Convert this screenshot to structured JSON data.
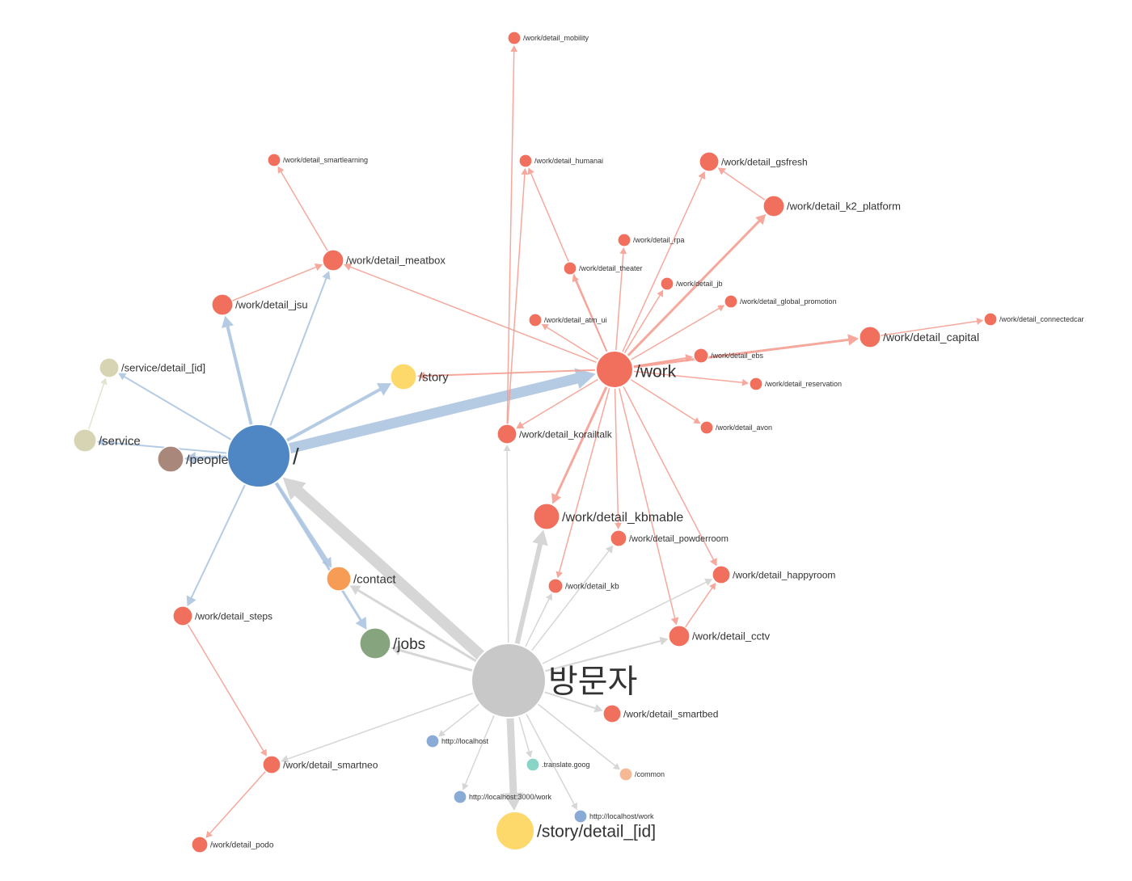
{
  "colors": {
    "page": "#4f87c4",
    "work": "#f0705d",
    "service": "#d6d4b2",
    "people": "#a9877a",
    "story": "#fdd86a",
    "contact": "#f79c55",
    "jobs": "#86a47d",
    "visitor": "#c8c8c8",
    "localhost": "#8aabd6",
    "translate": "#88d4c6",
    "common": "#f5b996",
    "edge_blue": "#a9c3e0",
    "edge_red": "#f59a8c",
    "edge_gray": "#d0d0d0",
    "edge_beige": "#e0dfc8"
  },
  "nodes": [
    {
      "id": "root",
      "label": "/",
      "group": "page"
    },
    {
      "id": "work",
      "label": "/work",
      "group": "work"
    },
    {
      "id": "visitor",
      "label": "방문자",
      "group": "visitor"
    },
    {
      "id": "story",
      "label": "/story",
      "group": "story"
    },
    {
      "id": "people",
      "label": "/people",
      "group": "people"
    },
    {
      "id": "service",
      "label": "/service",
      "group": "service"
    },
    {
      "id": "service_detail",
      "label": "/service/detail_[id]",
      "group": "service"
    },
    {
      "id": "contact",
      "label": "/contact",
      "group": "contact"
    },
    {
      "id": "jobs",
      "label": "/jobs",
      "group": "jobs"
    },
    {
      "id": "story_detail",
      "label": "/story/detail_[id]",
      "group": "story"
    },
    {
      "id": "mobility",
      "label": "/work/detail_mobility",
      "group": "work"
    },
    {
      "id": "smartlearning",
      "label": "/work/detail_smartlearning",
      "group": "work"
    },
    {
      "id": "humanai",
      "label": "/work/detail_humanai",
      "group": "work"
    },
    {
      "id": "gsfresh",
      "label": "/work/detail_gsfresh",
      "group": "work"
    },
    {
      "id": "k2",
      "label": "/work/detail_k2_platform",
      "group": "work"
    },
    {
      "id": "rpa",
      "label": "/work/detail_rpa",
      "group": "work"
    },
    {
      "id": "theater",
      "label": "/work/detail_theater",
      "group": "work"
    },
    {
      "id": "meatbox",
      "label": "/work/detail_meatbox",
      "group": "work"
    },
    {
      "id": "jb",
      "label": "/work/detail_jb",
      "group": "work"
    },
    {
      "id": "global",
      "label": "/work/detail_global_promotion",
      "group": "work"
    },
    {
      "id": "jsu",
      "label": "/work/detail_jsu",
      "group": "work"
    },
    {
      "id": "atm",
      "label": "/work/detail_atm_ui",
      "group": "work"
    },
    {
      "id": "connectedcar",
      "label": "/work/detail_connectedcar",
      "group": "work"
    },
    {
      "id": "capital",
      "label": "/work/detail_capital",
      "group": "work"
    },
    {
      "id": "ebs",
      "label": "/work/detail_ebs",
      "group": "work"
    },
    {
      "id": "reservation",
      "label": "/work/detail_reservation",
      "group": "work"
    },
    {
      "id": "avon",
      "label": "/work/detail_avon",
      "group": "work"
    },
    {
      "id": "korailtalk",
      "label": "/work/detail_korailtalk",
      "group": "work"
    },
    {
      "id": "kbmable",
      "label": "/work/detail_kbmable",
      "group": "work"
    },
    {
      "id": "powderroom",
      "label": "/work/detail_powderroom",
      "group": "work"
    },
    {
      "id": "happyroom",
      "label": "/work/detail_happyroom",
      "group": "work"
    },
    {
      "id": "kb",
      "label": "/work/detail_kb",
      "group": "work"
    },
    {
      "id": "cctv",
      "label": "/work/detail_cctv",
      "group": "work"
    },
    {
      "id": "steps",
      "label": "/work/detail_steps",
      "group": "work"
    },
    {
      "id": "smartbed",
      "label": "/work/detail_smartbed",
      "group": "work"
    },
    {
      "id": "smartneo",
      "label": "/work/detail_smartneo",
      "group": "work"
    },
    {
      "id": "podo",
      "label": "/work/detail_podo",
      "group": "work"
    },
    {
      "id": "localhost",
      "label": "http://localhost",
      "group": "localhost"
    },
    {
      "id": "translate",
      "label": ".translate.goog",
      "group": "translate"
    },
    {
      "id": "common",
      "label": "/common",
      "group": "common"
    },
    {
      "id": "localhost3000",
      "label": "http://localhost:3000/work",
      "group": "localhost"
    },
    {
      "id": "localhostwork",
      "label": "http://localhost/work",
      "group": "localhost"
    }
  ]
}
